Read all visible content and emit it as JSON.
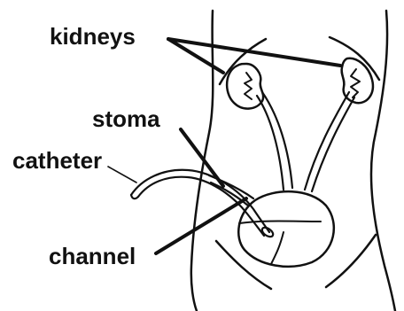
{
  "labels": {
    "kidneys": "kidneys",
    "stoma": "stoma",
    "catheter": "catheter",
    "channel": "channel"
  },
  "colors": {
    "ink": "#111111",
    "background": "#ffffff"
  }
}
